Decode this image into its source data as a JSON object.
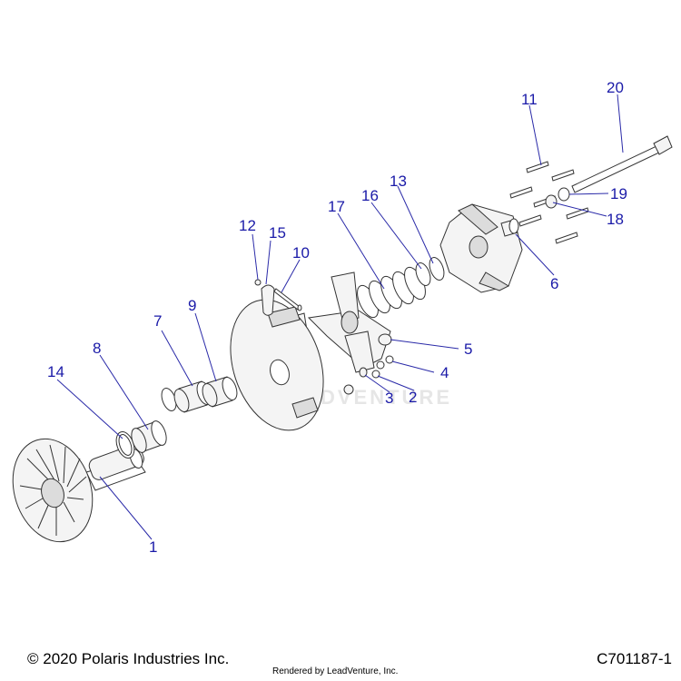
{
  "watermark": "LEADVENTURE",
  "callouts": [
    {
      "id": "c1",
      "label": "1"
    },
    {
      "id": "c2",
      "label": "2"
    },
    {
      "id": "c3",
      "label": "3"
    },
    {
      "id": "c4",
      "label": "4"
    },
    {
      "id": "c5",
      "label": "5"
    },
    {
      "id": "c6",
      "label": "6"
    },
    {
      "id": "c7",
      "label": "7"
    },
    {
      "id": "c8",
      "label": "8"
    },
    {
      "id": "c9",
      "label": "9"
    },
    {
      "id": "c10",
      "label": "10"
    },
    {
      "id": "c11",
      "label": "11"
    },
    {
      "id": "c12",
      "label": "12"
    },
    {
      "id": "c13",
      "label": "13"
    },
    {
      "id": "c14",
      "label": "14"
    },
    {
      "id": "c15",
      "label": "15"
    },
    {
      "id": "c16",
      "label": "16"
    },
    {
      "id": "c17",
      "label": "17"
    },
    {
      "id": "c18",
      "label": "18"
    },
    {
      "id": "c19",
      "label": "19"
    },
    {
      "id": "c20",
      "label": "20"
    }
  ],
  "footer": {
    "copyright": "© 2020 Polaris Industries Inc.",
    "rendered_by": "Rendered by LeadVenture, Inc.",
    "drawing_code": "C701187-1"
  }
}
